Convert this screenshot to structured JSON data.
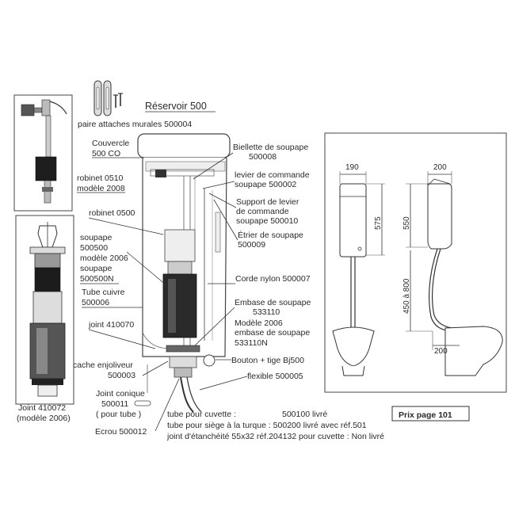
{
  "title": "Réservoir 500",
  "price_box": "Prix page 101",
  "labels": {
    "wall_brackets": "paire attaches murales 500004",
    "cover_1": "Couvercle",
    "cover_2": "500 CO",
    "robinet_0510_1": "robinet 0510",
    "robinet_0510_2": "modèle 2008",
    "robinet_0500": "robinet 0500",
    "soupape_1": "soupape",
    "soupape_2": "500500",
    "soupape_3": "modèle 2006",
    "soupape_4": "soupape",
    "soupape_5": "500500N",
    "tube_cuivre_1": "Tube cuivre",
    "tube_cuivre_2": "500006",
    "joint_410070": "joint 410070",
    "cache_1": "cache enjoliveur",
    "cache_2": "500003",
    "joint_conique_1": "Joint conique",
    "joint_conique_2": "500011",
    "joint_conique_3": "( pour tube )",
    "ecrou": "Ecrou 500012",
    "joint_410072_1": "Joint 410072",
    "joint_410072_2": "(modèle 2006)",
    "biellette_1": "Biellette de soupape",
    "biellette_2": "500008",
    "levier_1": "levier de commande",
    "levier_2": "soupape   500002",
    "support_1": "Support de levier",
    "support_2": "de commande",
    "support_3": "soupape 500010",
    "etrier_1": "Étrier de soupape",
    "etrier_2": "500009",
    "corde": "Corde nylon 500007",
    "embase_1": "Embase de soupape",
    "embase_2": "533110",
    "embase_3": "Modèle 2006",
    "embase_4": "embase de soupape",
    "embase_5": "533110N",
    "bouton": "Bouton + tige Bj500",
    "flexible": "flexible 500005"
  },
  "bottom_notes": [
    {
      "left": "tube pour cuvette :",
      "right": "500100 livré"
    },
    {
      "left": "tube pour siège à la turque : 500200 livré avec réf.501",
      "right": ""
    },
    {
      "left": "joint d'étanchéité 55x32  réf.204132 pour cuvette : Non livré",
      "right": ""
    }
  ],
  "dimensions": {
    "front_width": "190",
    "front_height": "575",
    "side_width": "200",
    "side_height": "550",
    "pipe_height": "450 à 800",
    "bowl_offset": "200"
  }
}
